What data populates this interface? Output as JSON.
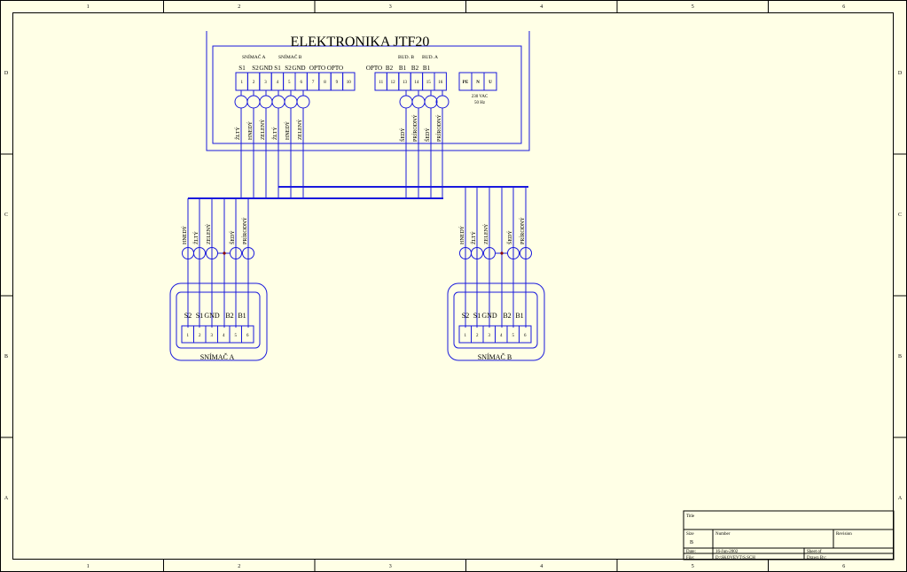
{
  "frame": {
    "columns": [
      "1",
      "2",
      "3",
      "4",
      "5",
      "6"
    ],
    "rows": [
      "D",
      "C",
      "B",
      "A"
    ]
  },
  "controller": {
    "title": "ELEKTRONIKA JTF20",
    "group_labels": [
      "SNÍMAČ A",
      "SNÍMAČ B",
      "BUD. B",
      "BUD. A"
    ],
    "left_signals": [
      "S1",
      "S2",
      "GND",
      "S1",
      "S2",
      "GND",
      "OPTO",
      "OPTO"
    ],
    "right_signals": [
      "OPTO",
      "B2",
      "B1",
      "B2",
      "B1"
    ],
    "left_terminals": [
      "1",
      "2",
      "3",
      "4",
      "5",
      "6",
      "7",
      "8",
      "9",
      "10"
    ],
    "right_terminals": [
      "11",
      "12",
      "13",
      "14",
      "15",
      "16"
    ],
    "power_terminals": [
      "PE",
      "N",
      "U"
    ],
    "power_note": [
      "230 VAC",
      "50 Hz"
    ],
    "wires_left": [
      "ŽLTÝ",
      "HNEDÝ",
      "ZELENÝ",
      "ŽLTÝ",
      "HNEDÝ",
      "ZELENÝ"
    ],
    "wires_right": [
      "ŠEDÝ",
      "PRÍRODNÝ",
      "ŠEDÝ",
      "PRÍRODNÝ"
    ]
  },
  "sensors": [
    {
      "name": "SNÍMAČ A",
      "wire_labels": [
        "HNEDÝ",
        "ŽLTÝ",
        "ZELENÝ",
        "ŠEDÝ",
        "PRÍRODNÝ"
      ],
      "pin_labels": [
        "S2",
        "S1",
        "GND",
        "B2",
        "B1"
      ],
      "pins": [
        "1",
        "2",
        "3",
        "4",
        "5",
        "6"
      ]
    },
    {
      "name": "SNÍMAČ B",
      "wire_labels": [
        "HNEDÝ",
        "ŽLTÝ",
        "ZELENÝ",
        "ŠEDÝ",
        "PRÍRODNÝ"
      ],
      "pin_labels": [
        "S2",
        "S1",
        "GND",
        "B2",
        "B1"
      ],
      "pins": [
        "1",
        "2",
        "3",
        "4",
        "5",
        "6"
      ]
    }
  ],
  "title_block": {
    "title_label": "Title",
    "size_label": "Size",
    "size_value": "B",
    "number_label": "Number",
    "revision_label": "Revision",
    "date_label": "Date:",
    "date_value": "16-Jun-2002",
    "sheet_label": "Sheet  of",
    "file_label": "File:",
    "file_value": "D:\\SKOVEVT\\S.SCH",
    "drawn_label": "Drawn By:"
  }
}
